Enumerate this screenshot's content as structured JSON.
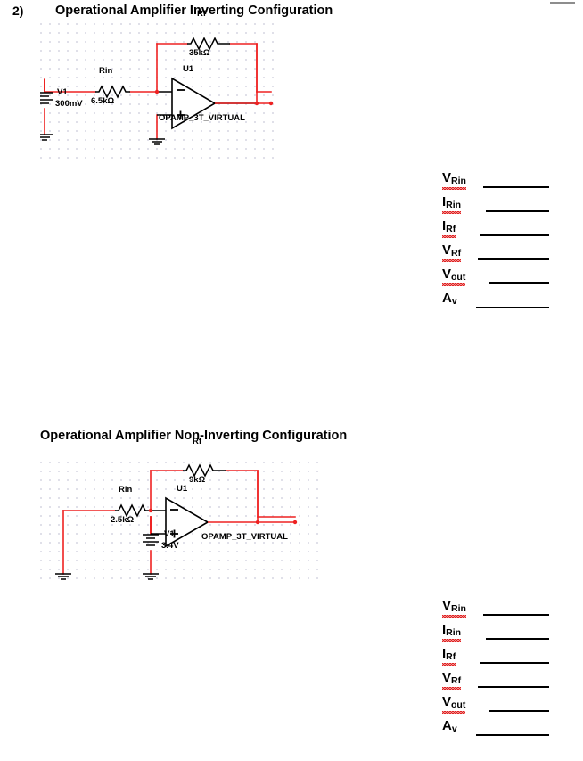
{
  "page": {
    "background": "#ffffff",
    "wire_color": "#ee2222",
    "component_color": "#000000",
    "grid_color": "#d6d6e2"
  },
  "question": {
    "number": "2)"
  },
  "sections": [
    {
      "title": "Operational Amplifier Inverting Configuration",
      "circuit": {
        "source": {
          "ref": "V1",
          "value": "300mV"
        },
        "rin": {
          "ref": "Rin",
          "value": "6.5kΩ"
        },
        "rf": {
          "ref": "Rf",
          "value": "35kΩ"
        },
        "opamp": {
          "ref": "U1",
          "model": "OPAMP_3T_VIRTUAL",
          "minus": "−",
          "plus": "+"
        }
      },
      "answers": [
        {
          "symbol": "V",
          "sub": "Rin",
          "name": "v-rin"
        },
        {
          "symbol": "I",
          "sub": "Rin",
          "name": "i-rin"
        },
        {
          "symbol": "I",
          "sub": "Rf",
          "name": "i-rf"
        },
        {
          "symbol": "V",
          "sub": "Rf",
          "name": "v-rf"
        },
        {
          "symbol": "V",
          "sub": "out",
          "name": "v-out"
        },
        {
          "symbol": "A",
          "sub": "v",
          "name": "a-v"
        }
      ]
    },
    {
      "title": "Operational Amplifier Non-Inverting Configuration",
      "circuit": {
        "source": {
          "ref": "V1",
          "value": "3.4V"
        },
        "rin": {
          "ref": "Rin",
          "value": "2.5kΩ"
        },
        "rf": {
          "ref": "Rf",
          "value": "9kΩ"
        },
        "opamp": {
          "ref": "U1",
          "model": "OPAMP_3T_VIRTUAL",
          "minus": "−",
          "plus": "+"
        }
      },
      "answers": [
        {
          "symbol": "V",
          "sub": "Rin",
          "name": "v-rin"
        },
        {
          "symbol": "I",
          "sub": "Rin",
          "name": "i-rin"
        },
        {
          "symbol": "I",
          "sub": "Rf",
          "name": "i-rf"
        },
        {
          "symbol": "V",
          "sub": "Rf",
          "name": "v-rf"
        },
        {
          "symbol": "V",
          "sub": "out",
          "name": "v-out"
        },
        {
          "symbol": "A",
          "sub": "v",
          "name": "a-v"
        }
      ]
    }
  ]
}
